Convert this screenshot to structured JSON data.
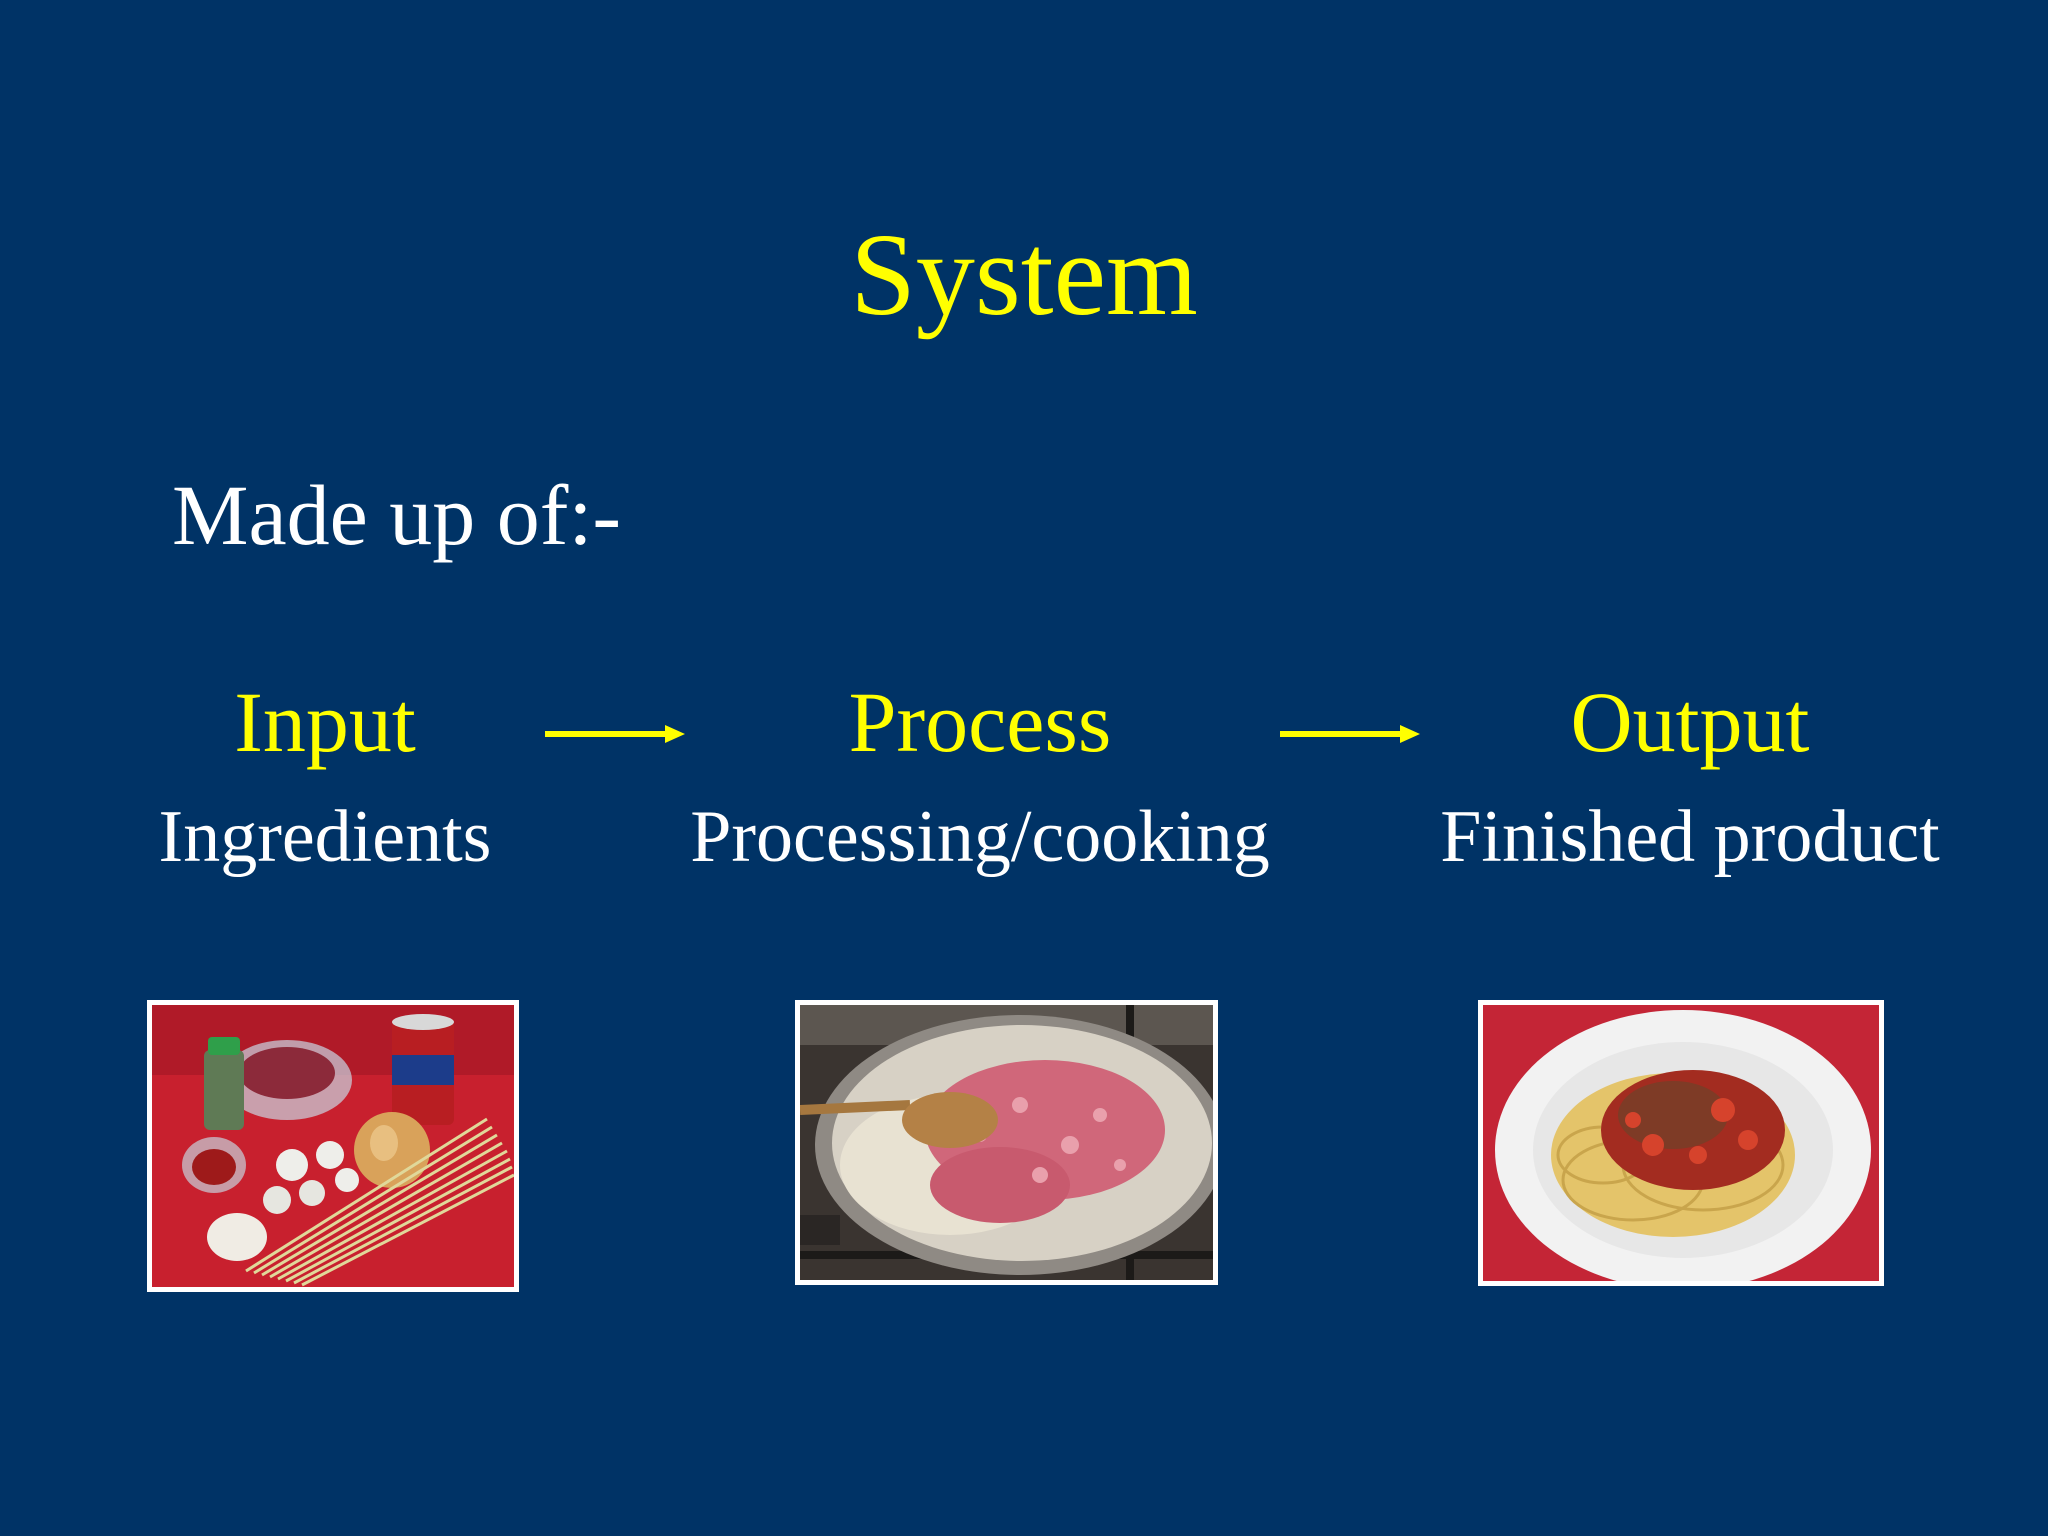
{
  "slide": {
    "title": "System",
    "subtitle": "Made up of:-"
  },
  "stages": [
    {
      "label": "Input",
      "description": "Ingredients",
      "photo": "ingredients-photo"
    },
    {
      "label": "Process",
      "description": "Processing/cooking",
      "photo": "pan-cooking-photo"
    },
    {
      "label": "Output",
      "description": "Finished product",
      "photo": "spaghetti-plate-photo"
    }
  ],
  "arrows": [
    "right-arrow-icon",
    "right-arrow-icon"
  ],
  "colors": {
    "background": "#003366",
    "accent": "#ffff00",
    "text": "#ffffff"
  }
}
